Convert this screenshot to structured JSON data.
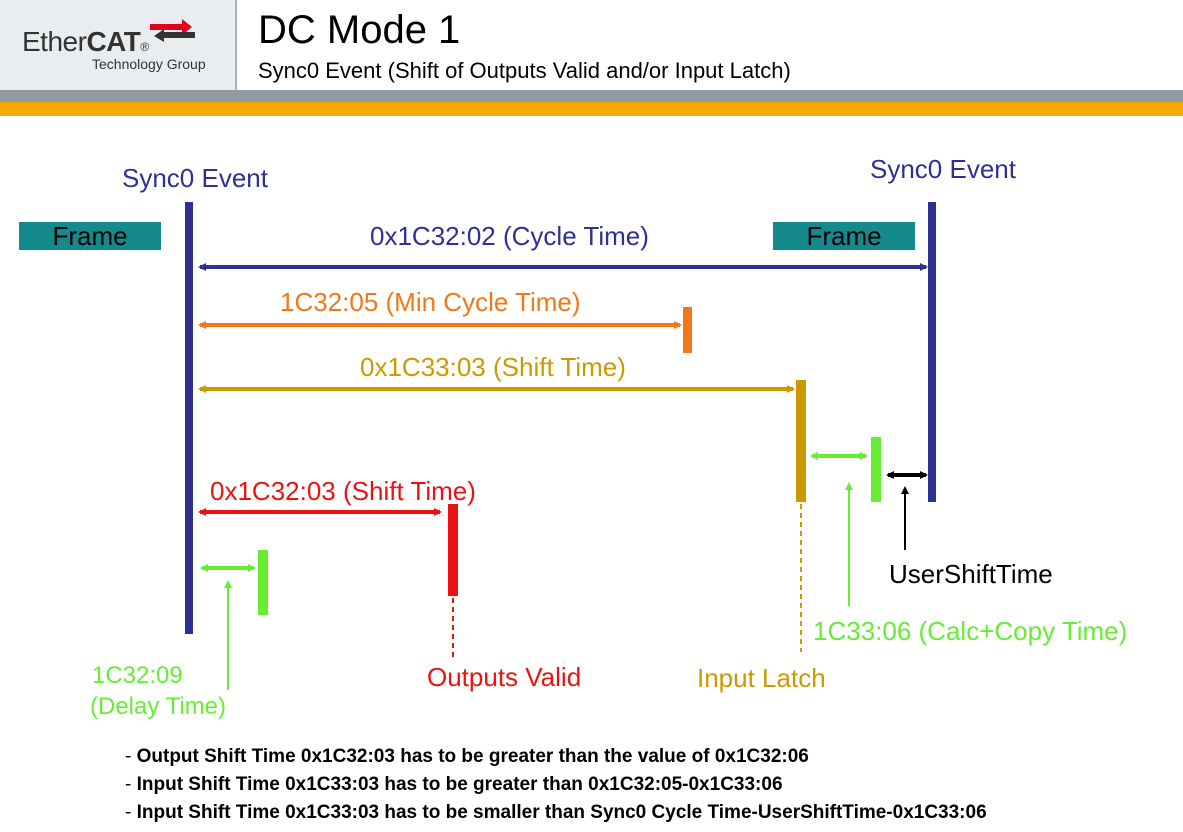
{
  "header": {
    "logo_text_main": "Ether",
    "logo_text_bold": "CAT",
    "logo_reg": "®",
    "logo_subtext": "Technology Group",
    "title": "DC Mode 1",
    "subtitle": "Sync0 Event (Shift of Outputs Valid and/or Input Latch)"
  },
  "diagram": {
    "sync0_left_label": "Sync0 Event",
    "sync0_right_label": "Sync0 Event",
    "frame_left": "Frame",
    "frame_right": "Frame",
    "cycle_time": "0x1C32:02 (Cycle Time)",
    "min_cycle_time": "1C32:05 (Min Cycle Time)",
    "input_shift_time": "0x1C33:03 (Shift Time)",
    "output_shift_time": "0x1C32:03 (Shift Time)",
    "delay_time_line1": "1C32:09",
    "delay_time_line2": "(Delay Time)",
    "outputs_valid": "Outputs Valid",
    "input_latch": "Input Latch",
    "calc_copy_time": "1C33:06 (Calc+Copy Time)",
    "user_shift_time": "UserShiftTime",
    "colors": {
      "navy": "#2e3192",
      "orange": "#f07818",
      "gold": "#cc9900",
      "red": "#ee1111",
      "green": "#66ee33",
      "frame": "#158a8c",
      "header_orange": "#f5a800",
      "header_grey": "#8f9ba0"
    }
  },
  "notes": [
    {
      "dash": "- ",
      "text": "Output Shift Time 0x1C32:03 has to be greater than the value of 0x1C32:06"
    },
    {
      "dash": "- ",
      "text": "Input Shift Time 0x1C33:03 has to be greater than 0x1C32:05-0x1C33:06"
    },
    {
      "dash": "- ",
      "text": "Input Shift Time 0x1C33:03 has to be smaller than Sync0 Cycle Time-UserShiftTime-0x1C33:06"
    }
  ]
}
